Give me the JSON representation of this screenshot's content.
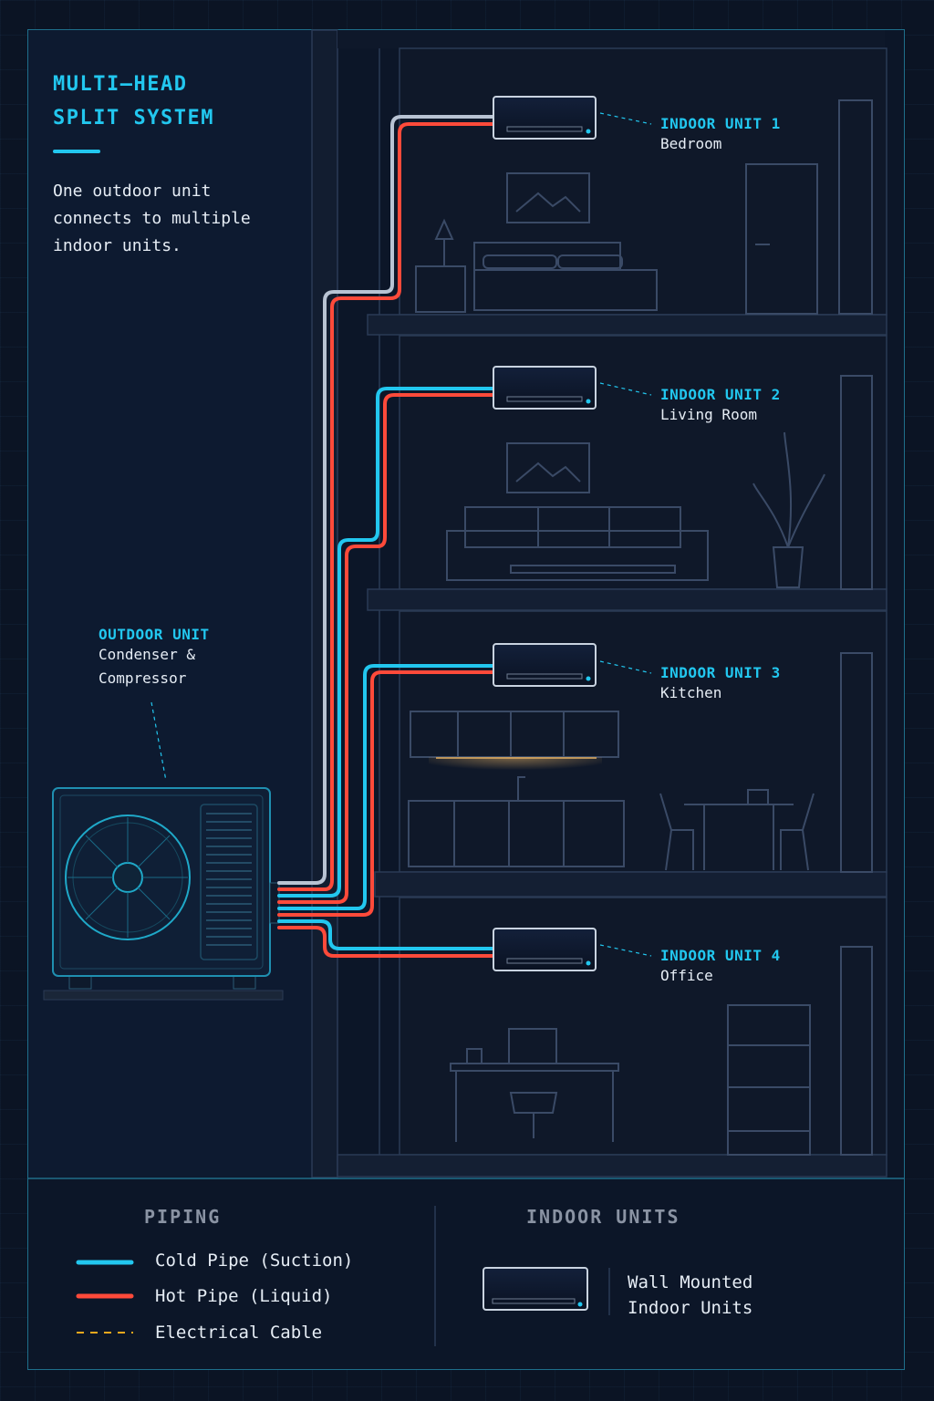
{
  "title": {
    "line1": "MULTI–HEAD",
    "line2": "SPLIT SYSTEM"
  },
  "description": "One outdoor unit\nconnects to multiple\nindoor units.",
  "outdoor_unit": {
    "title": "OUTDOOR UNIT",
    "subtitle": "Condenser &\nCompressor"
  },
  "indoor_units": [
    {
      "title": "INDOOR UNIT 1",
      "room": "Bedroom"
    },
    {
      "title": "INDOOR UNIT 2",
      "room": "Living Room"
    },
    {
      "title": "INDOOR UNIT 3",
      "room": "Kitchen"
    },
    {
      "title": "INDOOR UNIT 4",
      "room": "Office"
    }
  ],
  "legend": {
    "piping_heading": "PIPING",
    "items": [
      {
        "label": "Cold Pipe (Suction)",
        "color": "#22c7ef",
        "style": "solid"
      },
      {
        "label": "Hot Pipe (Liquid)",
        "color": "#ff4a3a",
        "style": "solid"
      },
      {
        "label": "Electrical Cable",
        "color": "#f2a81d",
        "style": "dashed"
      }
    ],
    "units_heading": "INDOOR UNITS",
    "units_label": "Wall Mounted\nIndoor Units"
  },
  "colors": {
    "cold": "#22c7ef",
    "hot": "#ff4a3a",
    "accent": "#22c7ef",
    "line": "#2a3a55"
  }
}
